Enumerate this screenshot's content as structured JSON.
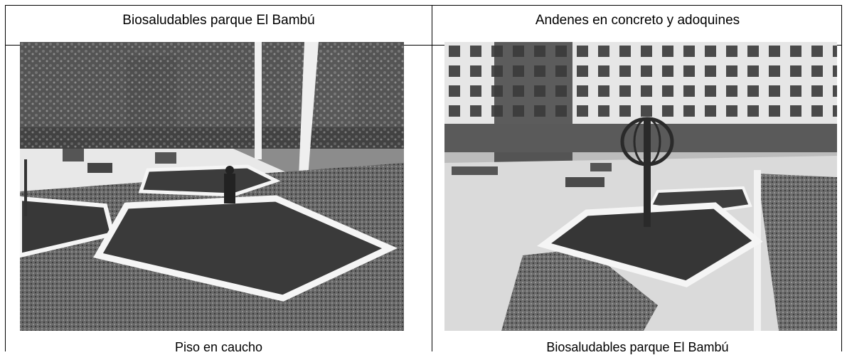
{
  "table": {
    "header_left": "Biosaludables parque El Bambú",
    "header_right": "Andenes en concreto y adoquines",
    "caption_left": "Piso en caucho",
    "caption_right": "Biosaludables parque El Bambú"
  },
  "photos": {
    "left_icon": "park-photo-rubber-floor",
    "right_icon": "park-photo-exercise-equipment"
  }
}
